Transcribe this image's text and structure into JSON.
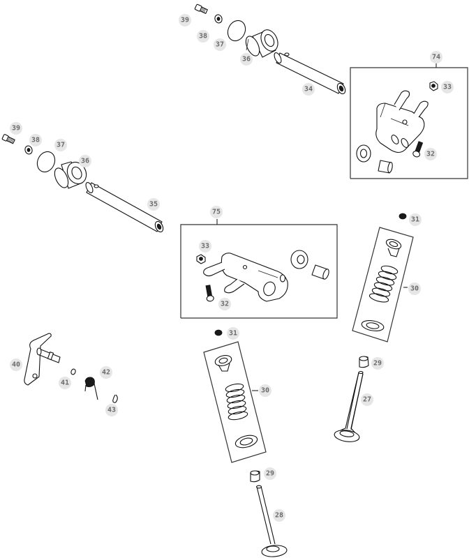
{
  "diagram": {
    "type": "exploded-parts-diagram",
    "subject": "Rocker arm and valve train assembly",
    "callouts": [
      {
        "id": "c39a",
        "label": "39",
        "part": "screw"
      },
      {
        "id": "c38a",
        "label": "38",
        "part": "washer"
      },
      {
        "id": "c37a",
        "label": "37",
        "part": "o-ring"
      },
      {
        "id": "c36a",
        "label": "36",
        "part": "shaft-support"
      },
      {
        "id": "c34",
        "label": "34",
        "part": "rocker-shaft"
      },
      {
        "id": "c74",
        "label": "74",
        "part": "rocker-arm-assembly"
      },
      {
        "id": "c33a",
        "label": "33",
        "part": "nut"
      },
      {
        "id": "c32a",
        "label": "32",
        "part": "adjusting-screw"
      },
      {
        "id": "c39b",
        "label": "39",
        "part": "screw"
      },
      {
        "id": "c38b",
        "label": "38",
        "part": "washer"
      },
      {
        "id": "c37b",
        "label": "37",
        "part": "o-ring"
      },
      {
        "id": "c36b",
        "label": "36",
        "part": "shaft-support"
      },
      {
        "id": "c35",
        "label": "35",
        "part": "rocker-shaft"
      },
      {
        "id": "c75",
        "label": "75",
        "part": "rocker-arm-assembly"
      },
      {
        "id": "c33b",
        "label": "33",
        "part": "nut"
      },
      {
        "id": "c32b",
        "label": "32",
        "part": "adjusting-screw"
      },
      {
        "id": "c31a",
        "label": "31",
        "part": "valve-cotter"
      },
      {
        "id": "c30a",
        "label": "30",
        "part": "valve-spring-kit"
      },
      {
        "id": "c31b",
        "label": "31",
        "part": "valve-cotter"
      },
      {
        "id": "c30b",
        "label": "30",
        "part": "valve-spring-kit"
      },
      {
        "id": "c29a",
        "label": "29",
        "part": "valve-stem-seal"
      },
      {
        "id": "c27",
        "label": "27",
        "part": "exhaust-valve"
      },
      {
        "id": "c29b",
        "label": "29",
        "part": "valve-stem-seal"
      },
      {
        "id": "c28",
        "label": "28",
        "part": "intake-valve"
      },
      {
        "id": "c40",
        "label": "40",
        "part": "decompression-lever"
      },
      {
        "id": "c41",
        "label": "41",
        "part": "o-ring"
      },
      {
        "id": "c42",
        "label": "42",
        "part": "spring"
      },
      {
        "id": "c43",
        "label": "43",
        "part": "circlip"
      }
    ]
  }
}
